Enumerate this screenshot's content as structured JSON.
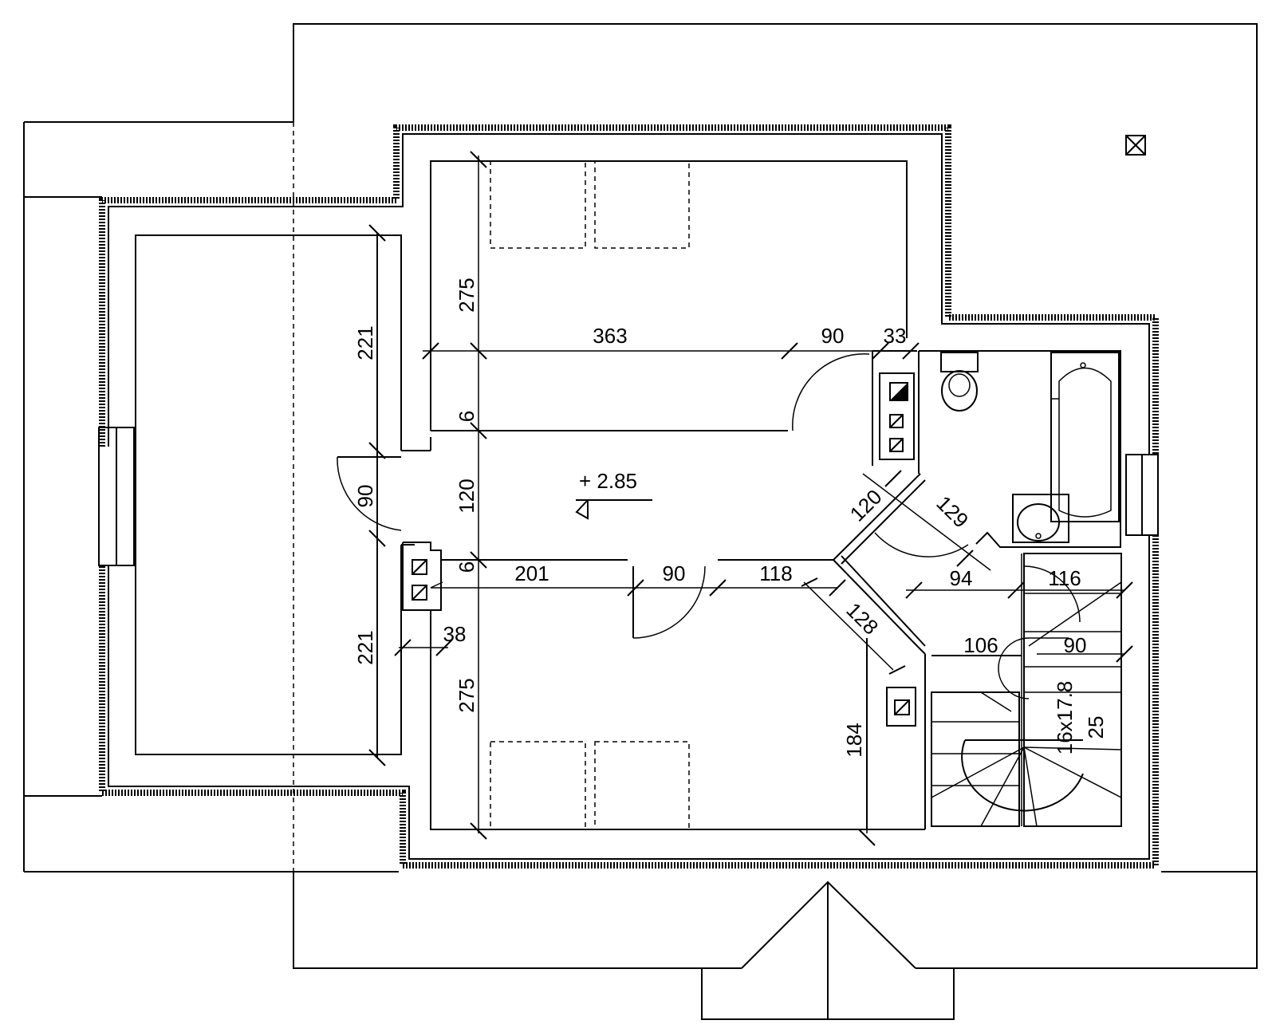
{
  "floor_level": "+ 2.85",
  "dimensions": {
    "left_room_top": "221",
    "left_room_door": "90",
    "left_room_bottom": "221",
    "upper_bedroom_depth": "275",
    "corridor_width_top_wall": "6",
    "corridor_height": "120",
    "corridor_width_bottom_wall": "6",
    "lower_bedroom_depth": "275",
    "upper_length": "363",
    "upper_door": "90",
    "upper_small": "33",
    "lower_segment_1": "201",
    "lower_door": "90",
    "lower_segment_2": "118",
    "chimney_gap": "38",
    "diag_upper": "120",
    "diag_bath": "129",
    "diag_lower": "128",
    "bath_width": "94",
    "stair_width": "116",
    "stair_landing": "106",
    "stair_run": "90",
    "stair_steps": "16x17.8",
    "stair_tread": "25",
    "lower_right_depth": "184"
  }
}
